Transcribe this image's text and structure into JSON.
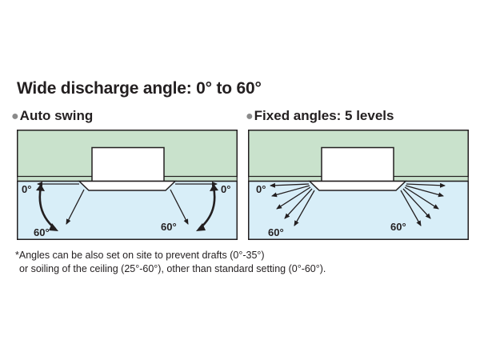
{
  "title": "Wide discharge angle: 0° to 60°",
  "panels": [
    {
      "heading": "Auto swing",
      "labels": {
        "top_left": "0°",
        "bottom_left": "60°",
        "top_right": "0°",
        "bottom_right": "60°"
      }
    },
    {
      "heading": "Fixed angles: 5 levels",
      "labels": {
        "top_left": "0°",
        "bottom_left": "60°",
        "bottom_right": "60°"
      }
    }
  ],
  "bullet_glyph": "●",
  "footnote": {
    "line1": "*Angles can be also set on site to prevent drafts (0°-35°)",
    "line2": "or soiling of the ceiling (25°-60°), other than standard setting (0°-60°)."
  },
  "colors": {
    "ceiling": "#c9e2cc",
    "room": "#d8eef8",
    "unit": "#ffffff",
    "stroke": "#231f20"
  }
}
